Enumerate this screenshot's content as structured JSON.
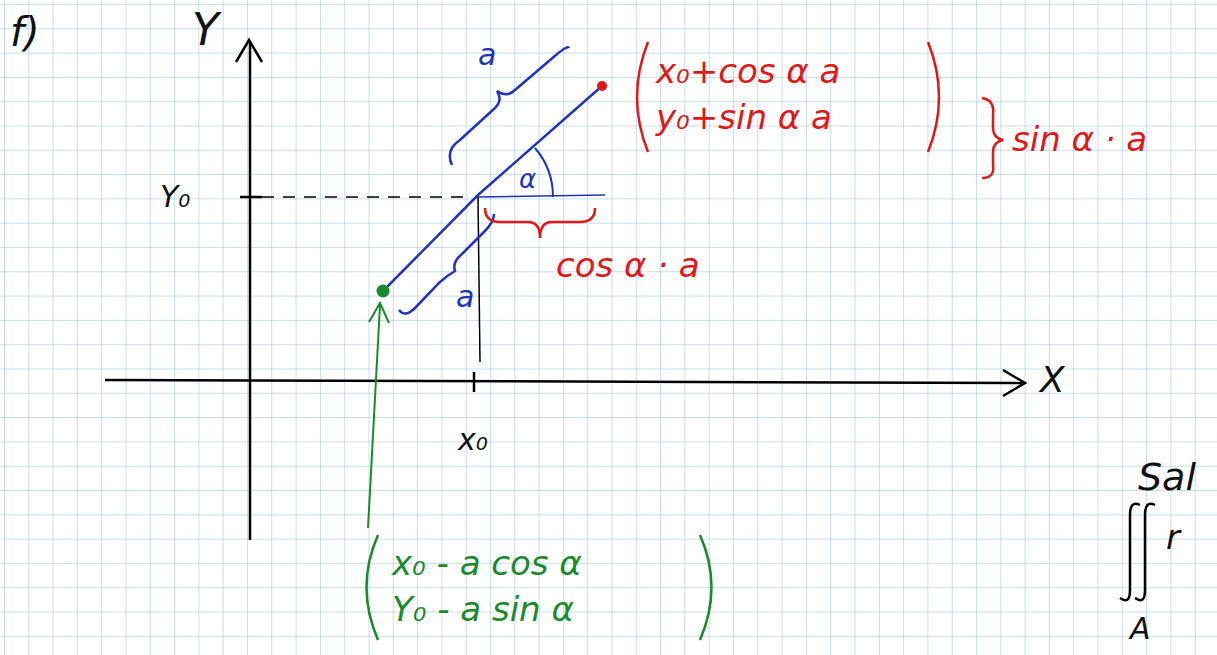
{
  "diagram": {
    "labels": [
      "f)",
      "Y",
      "X",
      "Y₀",
      "x₀",
      "a",
      "a",
      "α",
      "x₀+cos α a",
      "y₀+sin α a",
      "sin α · a",
      "cos α · a",
      "x₀ - a cos α",
      "Y₀ - a sin α",
      "Sal",
      "r",
      "A"
    ]
  }
}
